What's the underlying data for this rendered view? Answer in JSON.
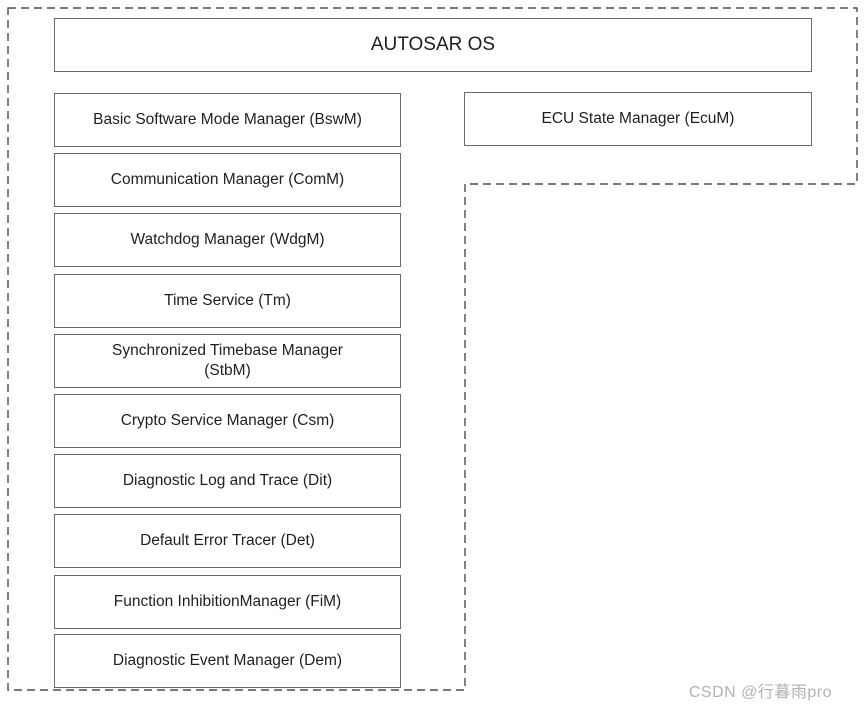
{
  "title": "AUTOSAR OS",
  "modules": {
    "left": [
      "Basic Software Mode Manager (BswM)",
      "Communication Manager (ComM)",
      "Watchdog Manager (WdgM)",
      "Time Service (Tm)",
      "Synchronized Timebase Manager\n(StbM)",
      "Crypto Service Manager (Csm)",
      "Diagnostic Log and Trace (Dit)",
      "Default Error Tracer (Det)",
      "Function InhibitionManager (FiM)",
      "Diagnostic Event Manager (Dem)"
    ],
    "right": [
      "ECU State Manager (EcuM)"
    ]
  },
  "watermark": "CSDN @行暮雨pro",
  "colors": {
    "background": "#ffffff",
    "box_border": "#6b6b6b",
    "dashed_boundary": "#4d4d4d",
    "text": "#1f1f1f",
    "watermark": "#b2b2b2"
  }
}
